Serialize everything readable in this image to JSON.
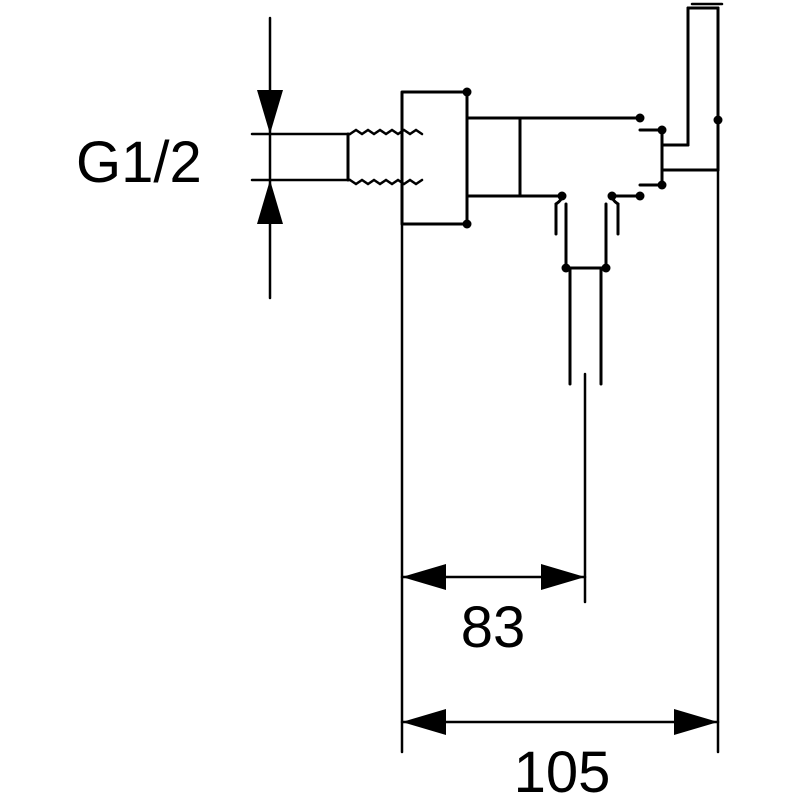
{
  "dimensions": {
    "thread_label": "G1/2",
    "outlet_offset": "83",
    "overall_depth": "105"
  },
  "colors": {
    "line": "#000000",
    "background": "#ffffff"
  }
}
